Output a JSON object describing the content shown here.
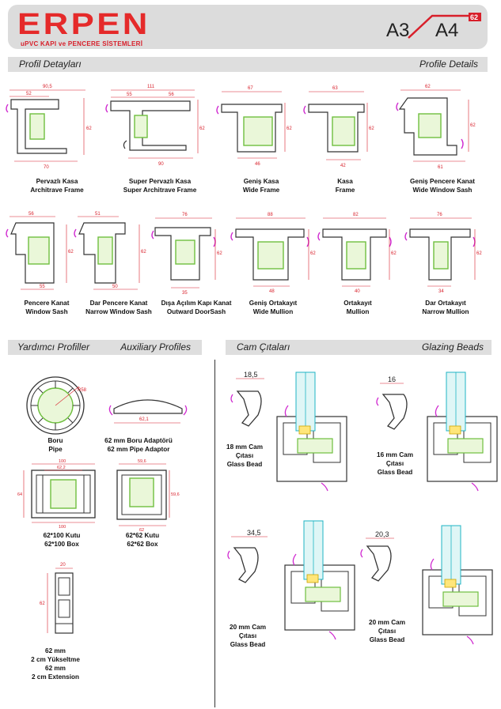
{
  "brand": {
    "name": "ERPEN",
    "tagline": "uPVC KAPI ve PENCERE SİSTEMLERİ",
    "series_a": "A3",
    "series_b": "A4",
    "series_badge": "62"
  },
  "sections": {
    "profile_tr": "Profil Detayları",
    "profile_en": "Profile Details",
    "aux_tr": "Yardımcı Profiller",
    "aux_en": "Auxiliary Profiles",
    "bead_tr": "Cam Çıtaları",
    "bead_en": "Glazing Beads"
  },
  "profiles_row1": [
    {
      "tr": "Pervazlı Kasa",
      "en": "Architrave Frame",
      "dims": [
        "90,5",
        "52",
        "70",
        "62"
      ]
    },
    {
      "tr": "Super Pervazlı Kasa",
      "en": "Super Architrave Frame",
      "dims": [
        "111",
        "55",
        "56",
        "90",
        "62"
      ]
    },
    {
      "tr": "Geniş Kasa",
      "en": "Wide Frame",
      "dims": [
        "67",
        "46",
        "62"
      ]
    },
    {
      "tr": "Kasa",
      "en": "Frame",
      "dims": [
        "63",
        "42",
        "62"
      ]
    },
    {
      "tr": "Geniş Pencere Kanat",
      "en": "Wide Window Sash",
      "dims": [
        "62",
        "61",
        "62"
      ]
    }
  ],
  "profiles_row2": [
    {
      "tr": "Pencere Kanat",
      "en": "Window Sash",
      "dims": [
        "56",
        "55",
        "62"
      ]
    },
    {
      "tr": "Dar Pencere Kanat",
      "en": "Narrow Window Sash",
      "dims": [
        "51",
        "50",
        "62"
      ]
    },
    {
      "tr": "Dışa Açılım Kapı Kanat",
      "en": "Outward DoorSash",
      "dims": [
        "76",
        "35",
        "62"
      ]
    },
    {
      "tr": "Geniş Ortakayıt",
      "en": "Wide Mullion",
      "dims": [
        "88",
        "48",
        "62"
      ]
    },
    {
      "tr": "Ortakayıt",
      "en": "Mullion",
      "dims": [
        "82",
        "40",
        "62"
      ]
    },
    {
      "tr": "Dar Ortakayıt",
      "en": "Narrow Mullion",
      "dims": [
        "76",
        "34",
        "62"
      ]
    }
  ],
  "aux": [
    {
      "tr": "Boru",
      "en": "Pipe",
      "dims": [
        "R58"
      ]
    },
    {
      "tr": "62 mm Boru Adaptörü",
      "en": "62 mm Pipe Adaptor",
      "dims": [
        "62,1"
      ]
    },
    {
      "tr": "62*100 Kutu",
      "en": "62*100 Box",
      "dims": [
        "100",
        "62,2",
        "100",
        "64"
      ]
    },
    {
      "tr": "62*62 Kutu",
      "en": "62*62 Box",
      "dims": [
        "59,6",
        "62",
        "59,6"
      ]
    },
    {
      "tr1": "62 mm",
      "tr2": "2 cm Yükseltme",
      "en1": "62 mm",
      "en2": "2 cm Extension",
      "dims": [
        "20",
        "62"
      ]
    }
  ],
  "beads": [
    {
      "l1": "18 mm Cam",
      "l2": "Çıtası",
      "l3": "Glass Bead",
      "dim": "18,5"
    },
    {
      "l1": "16 mm Cam",
      "l2": "Çıtası",
      "l3": "Glass Bead",
      "dim": "16"
    },
    {
      "l1": "20 mm Cam",
      "l2": "Çıtası",
      "l3": "Glass Bead",
      "dim": "34,5"
    },
    {
      "l1": "20 mm Cam",
      "l2": "Çıtası",
      "l3": "Glass Bead",
      "dim": "20,3"
    }
  ]
}
